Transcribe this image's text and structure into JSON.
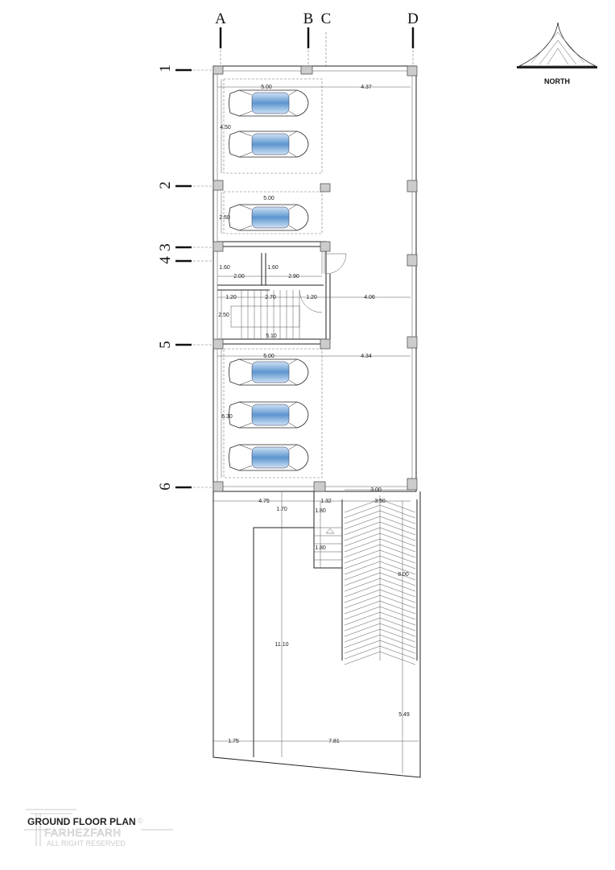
{
  "plan": {
    "title": "GROUND FLOOR PLAN",
    "north_label": "NORTH",
    "watermark": "FARHEZFARH",
    "watermark_sub": "ALL RIGHT RESERVED",
    "copyright": "©"
  },
  "grid_columns": [
    "A",
    "B",
    "C",
    "D"
  ],
  "grid_rows": [
    "1",
    "2",
    "3",
    "4",
    "5",
    "6"
  ],
  "dimensions": [
    "5.00",
    "4.37",
    "4.50",
    "5.00",
    "2.50",
    "1.60",
    "1.60",
    "2.00",
    "2.90",
    "1.20",
    "2.70",
    "1.20",
    "4.06",
    "2.50",
    "5.10",
    "5.00",
    "4.34",
    "6.30",
    "4.75",
    "1.32",
    "3.00",
    "3.50",
    "1.70",
    "1.80",
    "1.80",
    "8.00",
    "11.10",
    "5.49",
    "1.75",
    "7.81"
  ],
  "colors": {
    "car": "#6fa3d6",
    "column": "#cccccc"
  }
}
